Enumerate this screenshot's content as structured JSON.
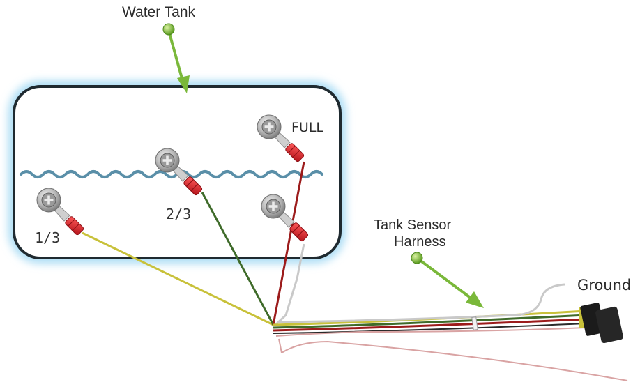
{
  "labels": {
    "water_tank": "Water Tank",
    "full": "FULL",
    "two_thirds": "2/3",
    "one_third": "1/3",
    "harness_line1": "Tank Sensor",
    "harness_line2": "Harness",
    "ground": "Ground"
  },
  "colors": {
    "tank_outline": "#1f2a30",
    "tank_glow": "#a9dcf4",
    "water_line": "#5a8fa8",
    "wire_red": "#9c1b1b",
    "wire_green": "#3f6b2a",
    "wire_yellow": "#c8c13a",
    "wire_white": "#c9c9c9",
    "wire_pink": "#d9a3a3",
    "connector_red": "#d8232a",
    "pointer_green": "#7ab83a"
  },
  "icons": [
    "sensor-screw-icon",
    "pointer-pin-icon",
    "harness-connector-icon"
  ]
}
